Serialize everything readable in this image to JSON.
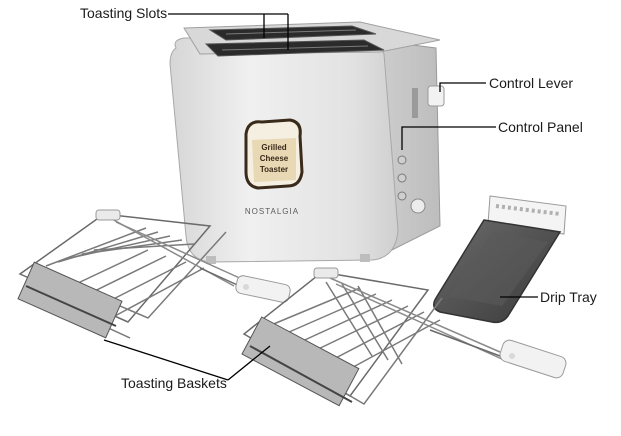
{
  "labels": {
    "toasting_slots": "Toasting Slots",
    "control_lever": "Control Lever",
    "control_panel": "Control Panel",
    "drip_tray": "Drip Tray",
    "toasting_baskets": "Toasting Baskets"
  },
  "product": {
    "brand": "NOSTALGIA",
    "logo_text": "Grilled Cheese Toaster"
  },
  "colors": {
    "body": "#e9e9e9",
    "body_shadow": "#c9c9c9",
    "line": "#000000",
    "tray": "#4a4a4a",
    "metal": "#8a8a8a"
  }
}
